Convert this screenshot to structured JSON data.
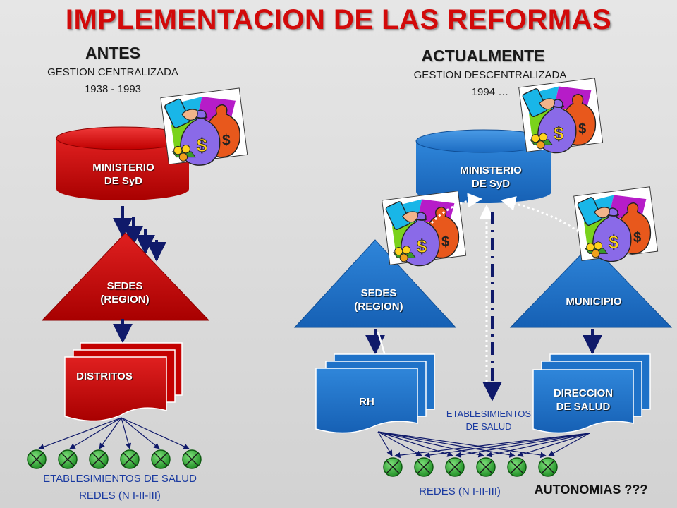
{
  "title": "IMPLEMENTACION DE LAS REFORMAS",
  "left": {
    "heading": "ANTES",
    "subheading": "GESTION CENTRALIZADA",
    "period": "1938 - 1993",
    "ministry": [
      "MINISTERIO",
      "DE SyD"
    ],
    "sedes": [
      "SEDES",
      "(REGION)"
    ],
    "distritos": "DISTRITOS",
    "establishments": "ETABLESIMIENTOS DE SALUD",
    "networks": "REDES (N I-II-III)"
  },
  "right": {
    "heading": "ACTUALMENTE",
    "subheading": "GESTION DESCENTRALIZADA",
    "period": "1994 …",
    "ministry": [
      "MINISTERIO",
      "DE SyD"
    ],
    "sedes": [
      "SEDES",
      "(REGION)"
    ],
    "municipio": "MUNICIPIO",
    "rh": "RH",
    "direccion": [
      "DIRECCION",
      "DE SALUD"
    ],
    "establishments": [
      "ETABLESIMIENTOS",
      "DE SALUD"
    ],
    "networks": "REDES (N I-II-III)",
    "autonomias": "AUTONOMIAS ???"
  },
  "colors": {
    "title_red": "#d20a0a",
    "centralized_red": "#c40000",
    "decentralized_blue": "#1f72c8",
    "arrow_navy": "#101a6a",
    "node_green": "#2aa82a"
  },
  "icons": [
    "money-bags-icon",
    "establishment-node-icon"
  ]
}
